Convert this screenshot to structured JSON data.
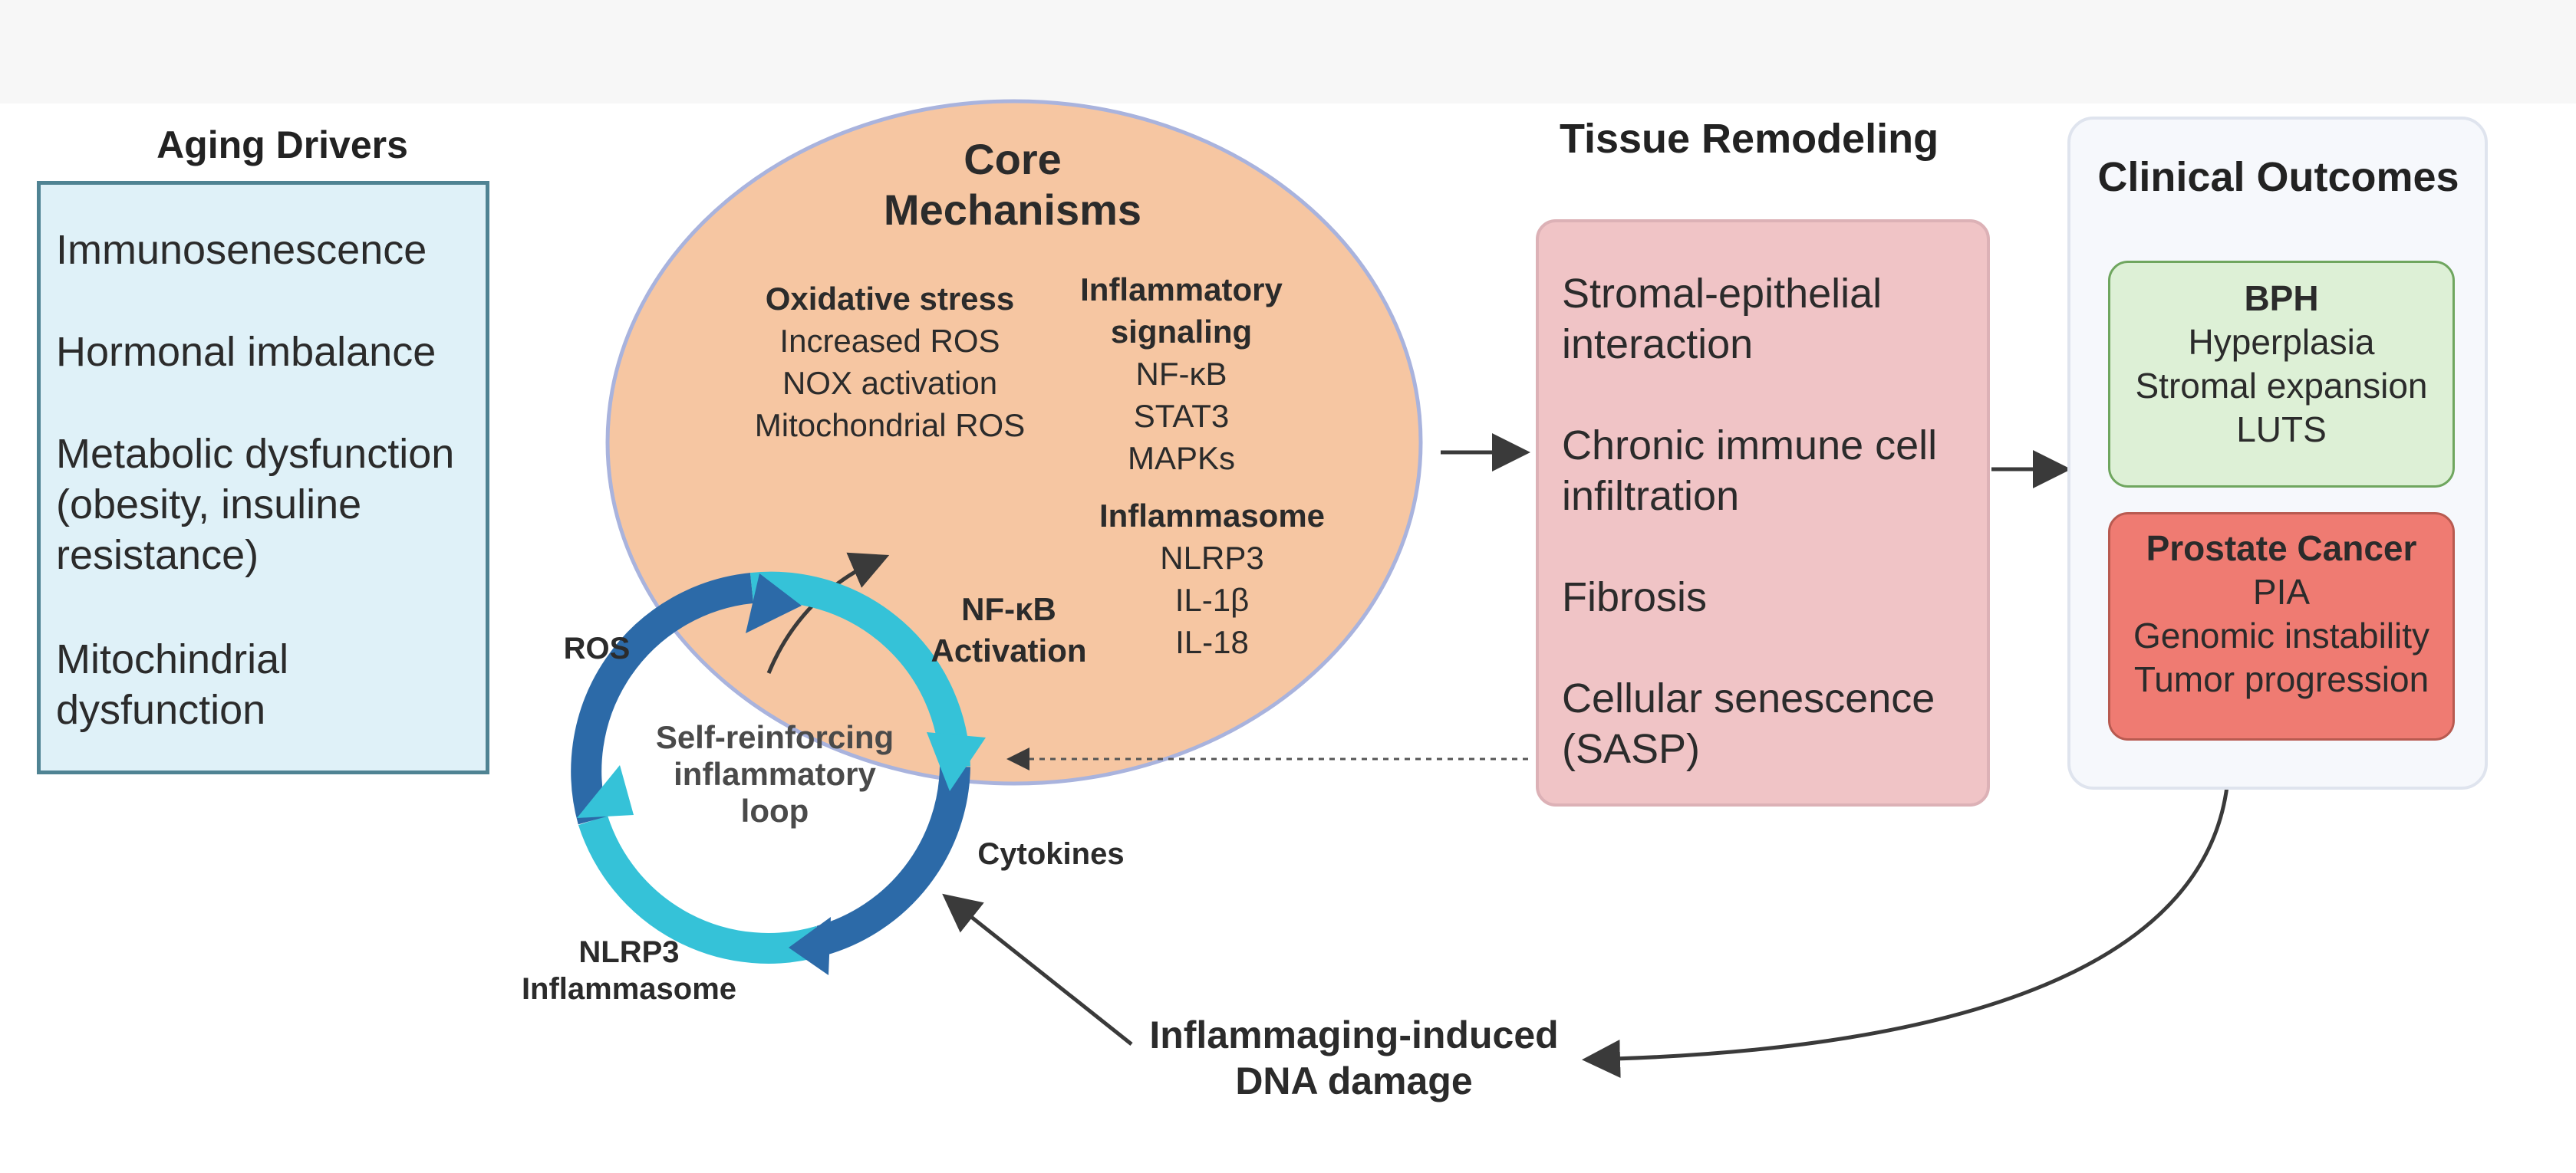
{
  "aging_drivers": {
    "title": "Aging Drivers",
    "items": [
      "Immunosenescence",
      "Hormonal imbalance",
      "Metabolic dysfunction (obesity, insuline resistance)",
      "Mitochindrial dysfunction"
    ]
  },
  "core_mechanisms": {
    "title": "Core Mechanisms",
    "oxidative_stress": {
      "heading": "Oxidative stress",
      "items": [
        "Increased ROS",
        "NOX activation",
        "Mitochondrial ROS"
      ]
    },
    "inflammatory_signaling": {
      "heading": "Inflammatory signaling",
      "items": [
        "NF-κB",
        "STAT3",
        "MAPKs"
      ]
    },
    "inflammasome": {
      "heading": "Inflammasome",
      "items": [
        "NLRP3",
        "IL-1β",
        "IL-18"
      ]
    },
    "nfkb_activation": "NF-κB Activation"
  },
  "loop": {
    "center": "Self-reinforcing inflammatory loop",
    "ros": "ROS",
    "cytokines": "Cytokines",
    "nlrp3": "NLRP3 Inflammasome"
  },
  "tissue_remodeling": {
    "title": "Tissue Remodeling",
    "items": [
      "Stromal-epithelial interaction",
      "Chronic immune cell infiltration",
      "Fibrosis",
      "Cellular senescence (SASP)"
    ]
  },
  "clinical_outcomes": {
    "title": "Clinical Outcomes",
    "bph": {
      "heading": "BPH",
      "items": [
        "Hyperplasia",
        "Stromal expansion",
        "LUTS"
      ]
    },
    "prostate_cancer": {
      "heading": "Prostate Cancer",
      "items": [
        "PIA",
        "Genomic instability",
        "Tumor progression"
      ]
    }
  },
  "dna_damage": "Inflammaging-induced DNA damage",
  "colors": {
    "drivers_fill": "#dff1f8",
    "drivers_border": "#4f8393",
    "ellipse_fill": "#f6c6a2",
    "ellipse_border": "#a9b3dd",
    "tissue_fill": "#f0c4c6",
    "bph_fill": "#ddf0d6",
    "bph_border": "#6fa65f",
    "pc_fill": "#ef7b72",
    "loop_dark": "#2c6aa8",
    "loop_light": "#35c2d8",
    "arrow": "#3a3a3a"
  }
}
